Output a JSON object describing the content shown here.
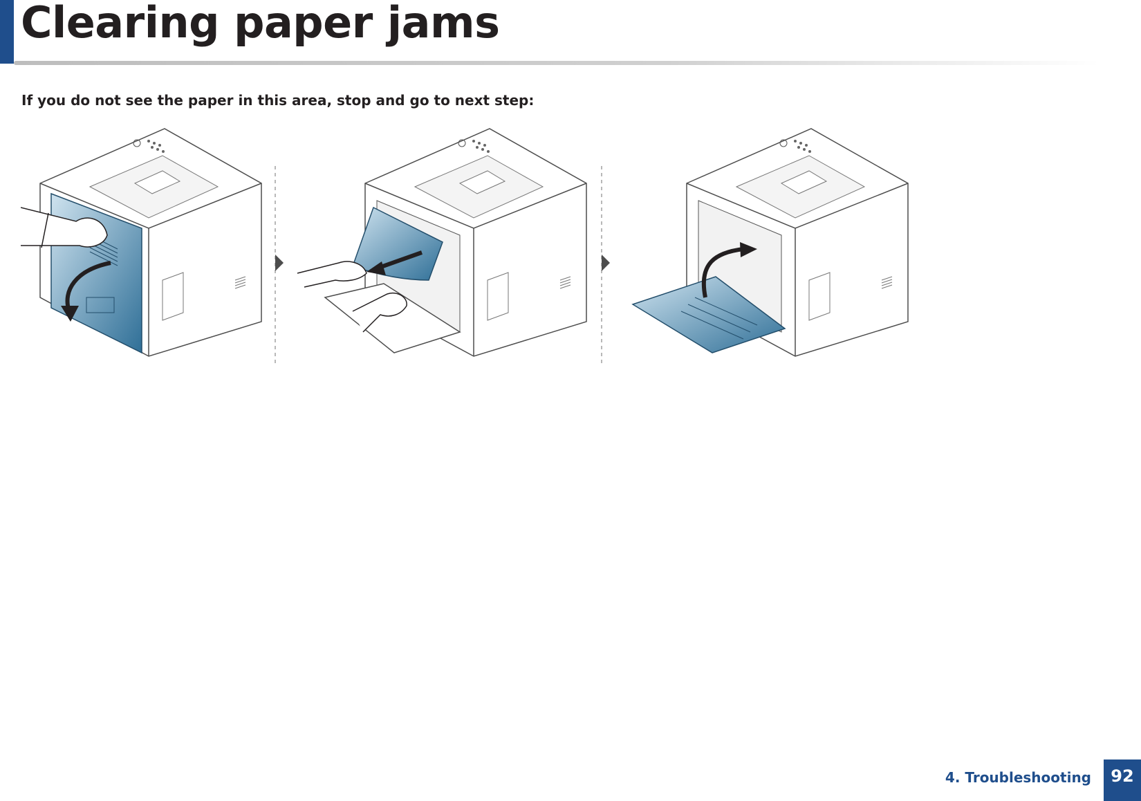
{
  "header": {
    "title": "Clearing paper jams",
    "accent_color": "#1f4e8c"
  },
  "body": {
    "instruction": "If you do not see the paper in this area, stop and go to next step:"
  },
  "illustration": {
    "steps": [
      {
        "icon": "printer-open-side-door-icon"
      },
      {
        "icon": "printer-remove-jammed-paper-icon"
      },
      {
        "icon": "printer-close-rear-door-icon"
      }
    ],
    "highlight_color": "#3a7ca5"
  },
  "footer": {
    "section": "4. Troubleshooting",
    "page_number": "92"
  }
}
